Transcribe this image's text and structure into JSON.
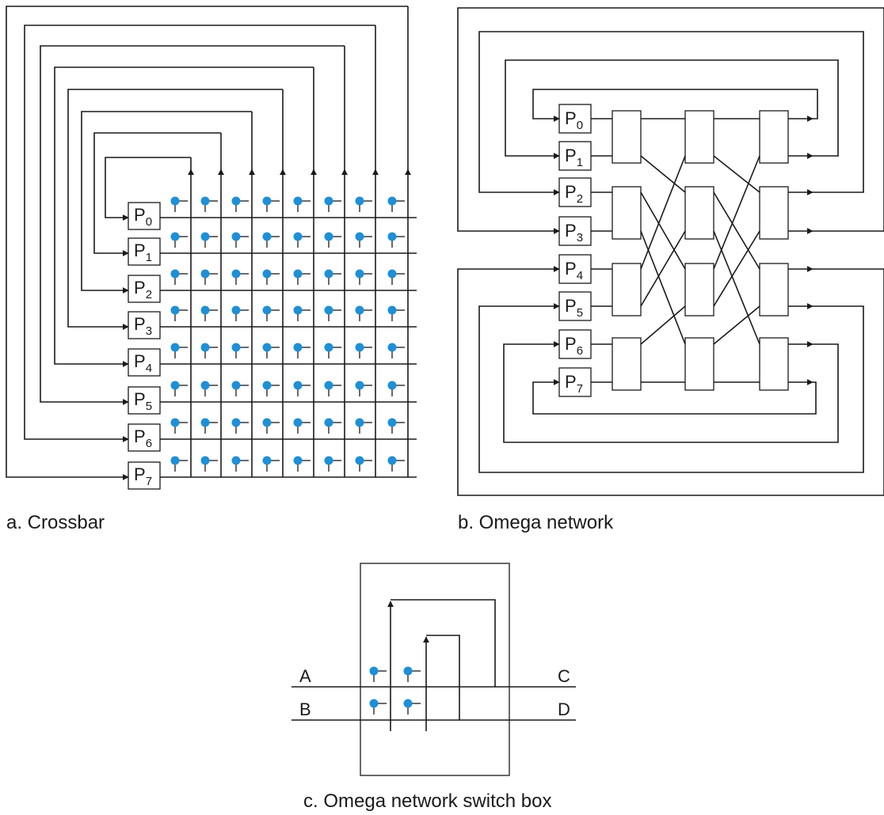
{
  "crossbar": {
    "caption": "a. Crossbar",
    "processors": [
      {
        "name": "P",
        "sub": "0"
      },
      {
        "name": "P",
        "sub": "1"
      },
      {
        "name": "P",
        "sub": "2"
      },
      {
        "name": "P",
        "sub": "3"
      },
      {
        "name": "P",
        "sub": "4"
      },
      {
        "name": "P",
        "sub": "5"
      },
      {
        "name": "P",
        "sub": "6"
      },
      {
        "name": "P",
        "sub": "7"
      }
    ]
  },
  "omega": {
    "caption": "b. Omega network",
    "processors": [
      {
        "name": "P",
        "sub": "0"
      },
      {
        "name": "P",
        "sub": "1"
      },
      {
        "name": "P",
        "sub": "2"
      },
      {
        "name": "P",
        "sub": "3"
      },
      {
        "name": "P",
        "sub": "4"
      },
      {
        "name": "P",
        "sub": "5"
      },
      {
        "name": "P",
        "sub": "6"
      },
      {
        "name": "P",
        "sub": "7"
      }
    ]
  },
  "switch_box": {
    "caption": "c. Omega network switch box",
    "inputs": [
      "A",
      "B"
    ],
    "outputs": [
      "C",
      "D"
    ]
  },
  "colors": {
    "switch_dot": "#1f8fd6",
    "line": "#1a1a1a"
  }
}
